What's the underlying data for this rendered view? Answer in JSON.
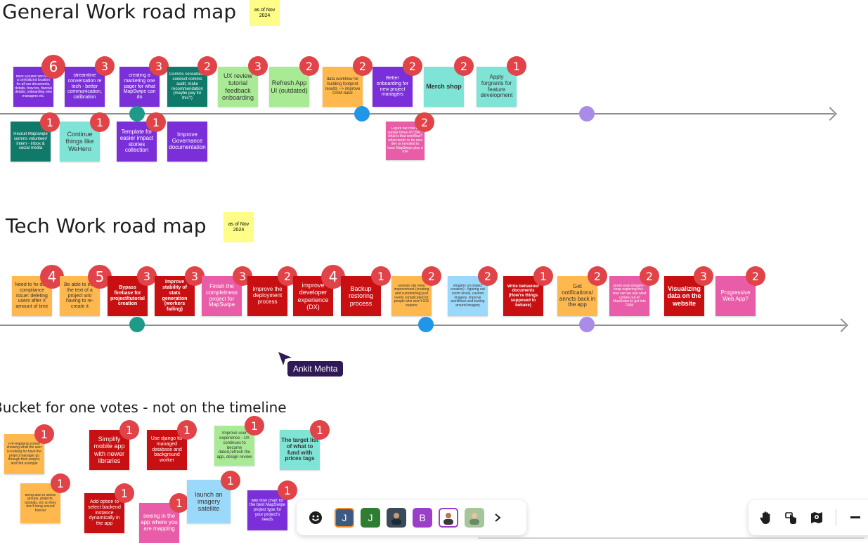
{
  "general": {
    "title": "General Work road map",
    "date_note": "as of Nov 2024",
    "top_notes": [
      {
        "text": "have a public wiki with a centralized location for all our documents, details, how tos, fiancial details, onboarding new managers etc.",
        "votes": "6",
        "color": "purple"
      },
      {
        "text": "streamline conversation re tech - better communication, calibration",
        "votes": "3",
        "color": "purple"
      },
      {
        "text": "creating a marketing one pager for what MapSwipe can do",
        "votes": "3",
        "color": "purple"
      },
      {
        "text": "Comms consultant: conduct comms audit, make recommendation (maybe pay for this?)",
        "votes": "2",
        "color": "teal"
      },
      {
        "text": "UX review tutorial feedback onboarding",
        "votes": "3",
        "color": "lgreen"
      },
      {
        "text": "Refresh App UI (outdated)",
        "votes": "2",
        "color": "lgreen"
      },
      {
        "text": "data workflow for building footprint results --> improve OSM data!",
        "votes": "2",
        "color": "orange"
      },
      {
        "text": "Better onboarding for new project managers",
        "votes": "2",
        "color": "purple"
      },
      {
        "text": "Merch shop",
        "votes": "2",
        "color": "cyan"
      },
      {
        "text": "Apply forgrants for feature development",
        "votes": "1",
        "color": "cyan"
      }
    ],
    "bottom_notes": [
      {
        "text": "Recruit MapSwipe comms volunteer/ intern - inbox & social media",
        "votes": "1",
        "color": "teal"
      },
      {
        "text": "Continue things like WeHero",
        "votes": "1",
        "color": "cyan"
      },
      {
        "text": "Template for easier impact stories collection",
        "votes": "1",
        "color": "purple"
      },
      {
        "text": "Improve Governance documentation",
        "votes": "",
        "color": "purple"
      },
      {
        "text": "Figure out how to update times of OSM - what is that workflow? what needs to be new dev or invested to have MapSwipe play a role",
        "votes": "2",
        "color": "pink"
      }
    ]
  },
  "tech": {
    "title": "Tech Work road map",
    "date_note": "as of Nov 2024",
    "notes": [
      {
        "text": "Need to fix data compliance issue: deleting users after X amount of time",
        "votes": "4",
        "color": "orange"
      },
      {
        "text": "Be able to edit the text of a project w/o having to re-create it",
        "votes": "5",
        "color": "orange"
      },
      {
        "text": "Bypass firebase for project/tutorial creation",
        "votes": "3",
        "color": "red"
      },
      {
        "text": "Improve stability of stats generation (workers failing)",
        "votes": "3",
        "color": "red"
      },
      {
        "text": "Finish the completness project for MapSwipe",
        "votes": "3",
        "color": "pink"
      },
      {
        "text": "Improve the deployment process",
        "votes": "2",
        "color": "red"
      },
      {
        "text": "improve developer experience (DX)",
        "votes": "4",
        "color": "red"
      },
      {
        "text": "Backup restoring process",
        "votes": "1",
        "color": "red"
      },
      {
        "text": "tutorials still need improvement (creating and customizing) just overly complicated for people who aren't GIS experts",
        "votes": "2",
        "color": "orange"
      },
      {
        "text": "Imagery (in project creation) - figuring out zoom levels, custom imagery, improve workflows and testing around imagery",
        "votes": "2",
        "color": "lblue"
      },
      {
        "text": "Write behaviour documents (How're things supposed to behave)",
        "votes": "1",
        "color": "red"
      },
      {
        "text": "Get notifications/ anncts back in the app",
        "votes": "2",
        "color": "orange"
      },
      {
        "text": "street level imagery - keep exploring this - how can we use what comes out of MapSwipe to get into OSM",
        "votes": "2",
        "color": "pink"
      },
      {
        "text": "Visualizing data on the website",
        "votes": "3",
        "color": "red"
      },
      {
        "text": "Progressive Web App?",
        "votes": "2",
        "color": "pink"
      }
    ]
  },
  "cursor": {
    "name": "Ankit Mehta"
  },
  "bucket": {
    "title": "Bucket for one votes - not on the timeline",
    "notes": [
      {
        "text": "Pre-mapping screen showing what the user is looking for have the project manager go through their project, and find example",
        "votes": "1",
        "color": "orange"
      },
      {
        "text": "Simplify mobile app with newer libraries",
        "votes": "1",
        "color": "red"
      },
      {
        "text": "Use django for managed database and background worker",
        "votes": "1",
        "color": "red"
      },
      {
        "text": "Improve user experience - UX continues to become dated,refresh the app, design review",
        "votes": "1",
        "color": "lgreen"
      },
      {
        "text": "The target list of what to fund with prices tags",
        "votes": "1",
        "color": "cyan"
      },
      {
        "text": "being able to delete groups, projects, tutorials, etc so they don't hang around forever",
        "votes": "1",
        "color": "orange"
      },
      {
        "text": "Add option to select backend instance dynamically in the app",
        "votes": "1",
        "color": "red"
      },
      {
        "text": "seeing in the app where you are mapping",
        "votes": "1",
        "color": "pink"
      },
      {
        "text": "launch an imagery satellite",
        "votes": "1",
        "color": "lblue"
      },
      {
        "text": "wiki flow chart for the best MapSwipe project type for your project's needs",
        "votes": "1",
        "color": "purple"
      }
    ]
  },
  "collab_bar": {
    "emoji_icon": "smiley-icon",
    "avatars": [
      {
        "label": "J",
        "color": "#3d5a80"
      },
      {
        "label": "J",
        "color": "#2e7d32"
      },
      {
        "label": "",
        "color": "#3a4a5a"
      },
      {
        "label": "B",
        "color": "#9c3fc8"
      },
      {
        "label": "",
        "color": "#6b5b4b"
      },
      {
        "label": "",
        "color": "#a7c59a"
      }
    ],
    "more_icon": "chevron-right-icon"
  },
  "tools_bar": {
    "icons": [
      "hand-icon",
      "touch-icon",
      "map-pin-icon",
      "zoom-out-icon"
    ]
  },
  "colors": {
    "badge": "#e04348",
    "purple": "#7a2fd8",
    "teal": "#0f7a6a",
    "red": "#c80f12",
    "timeline": "#8f8f8f"
  }
}
